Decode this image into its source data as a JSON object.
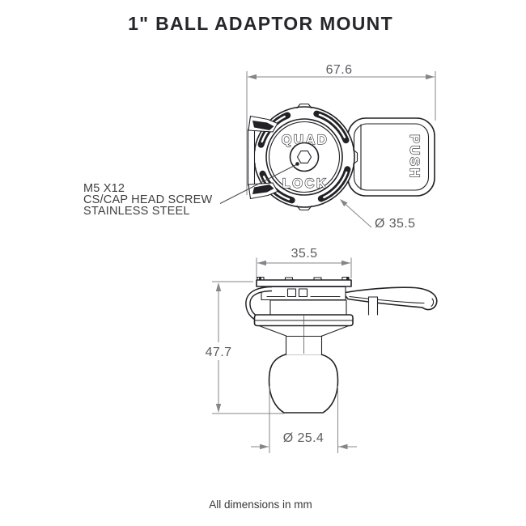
{
  "title": "1\" BALL ADAPTOR MOUNT",
  "footer_note": "All dimensions in mm",
  "top_view": {
    "dim_overall_width_mm": "67.6",
    "dim_head_diameter": "Ø 35.5",
    "logo": {
      "top": "QUAD",
      "bottom": "LOCK"
    },
    "lever_text": "PUSH",
    "screw_note": {
      "line1": "M5 X12",
      "line2": "CS/CAP HEAD SCREW",
      "line3": "STAINLESS STEEL"
    }
  },
  "side_view": {
    "dim_head_width_mm": "35.5",
    "dim_overall_height_mm": "47.7",
    "dim_ball_diameter": "Ø 25.4"
  },
  "colors": {
    "part_line": "#222226",
    "dimension_line": "#85868a",
    "dimension_text": "#5b5c5f",
    "title_text": "#27272b"
  }
}
